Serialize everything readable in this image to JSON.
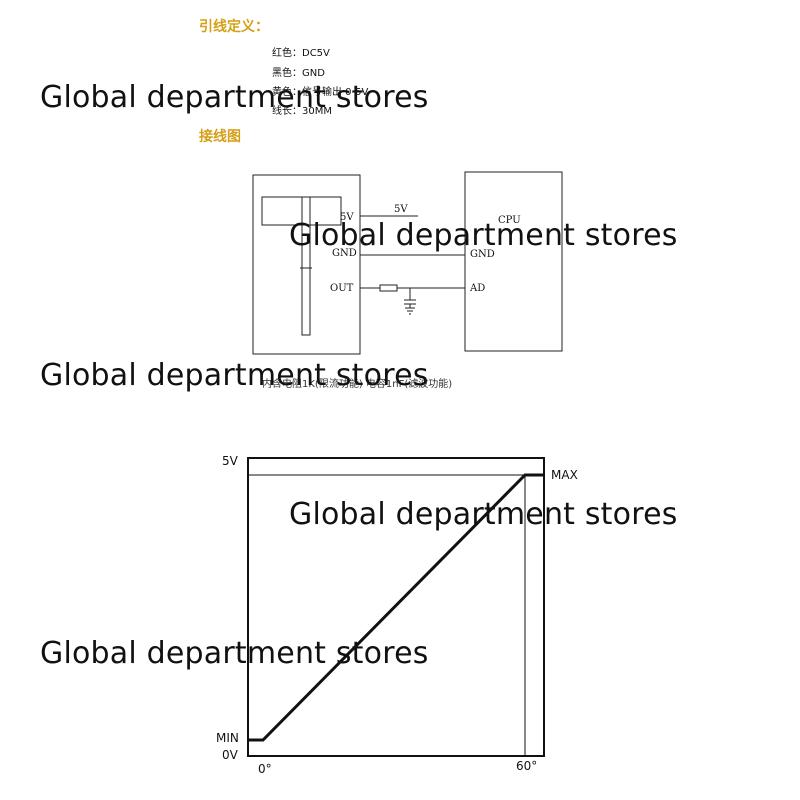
{
  "headings": {
    "pin_definition": "引线定义：",
    "wiring": "接线图"
  },
  "pin_lines": [
    "红色：DC5V",
    "黑色：GND",
    "黄色：信号输出 0-5V",
    "线长：30MM"
  ],
  "watermark": "Global department stores",
  "wiring_diagram": {
    "voltage_top": "5V",
    "pin_5v": "5V",
    "pin_gnd": "GND",
    "pin_out": "OUT",
    "cpu_title": "CPU",
    "cpu_gnd": "GND",
    "cpu_ad": "AD"
  },
  "caption": "内含电阻1K(限流功能) 电容1nF(滤波功能)",
  "output_graph": {
    "y_top": "5V",
    "y_min": "MIN",
    "y_zero": "0V",
    "x_start": "0°",
    "x_end": "60°",
    "max_label": "MAX"
  }
}
